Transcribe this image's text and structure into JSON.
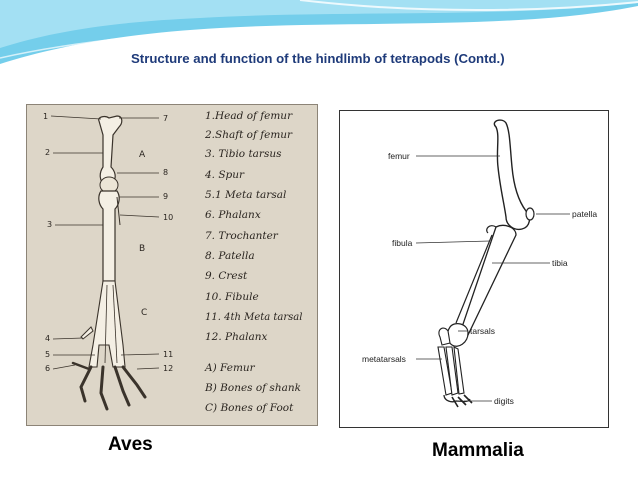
{
  "title": "Structure and function of the hindlimb of tetrapods (Contd.)",
  "colors": {
    "title": "#1f3b7a",
    "swoosh": "#5cc6e8",
    "aves_bg": "#ddd6c8"
  },
  "aves": {
    "caption": "Aves",
    "legend": [
      "1.Head of femur",
      "2.Shaft of femur",
      "3. Tibio tarsus",
      "4. Spur",
      "5.1 Meta tarsal",
      "6. Phalanx",
      "7. Trochanter",
      "8. Patella",
      "9. Crest",
      "10. Fibule",
      "11. 4th Meta tarsal",
      "12. Phalanx"
    ],
    "legend_groups": [
      "A) Femur",
      "B) Bones of shank",
      "C) Bones of Foot"
    ],
    "left_numbers": [
      "1",
      "2",
      "3",
      "4",
      "5",
      "6"
    ],
    "right_numbers": [
      "7",
      "8",
      "9",
      "10",
      "11",
      "12"
    ],
    "region_letters": [
      "A",
      "B",
      "C"
    ]
  },
  "mammalia": {
    "caption": "Mammalia",
    "labels": {
      "femur": "femur",
      "patella": "patella",
      "fibula": "fibula",
      "tibia": "tibia",
      "tarsals": "tarsals",
      "metatarsals": "metatarsals",
      "digits": "digits"
    }
  }
}
